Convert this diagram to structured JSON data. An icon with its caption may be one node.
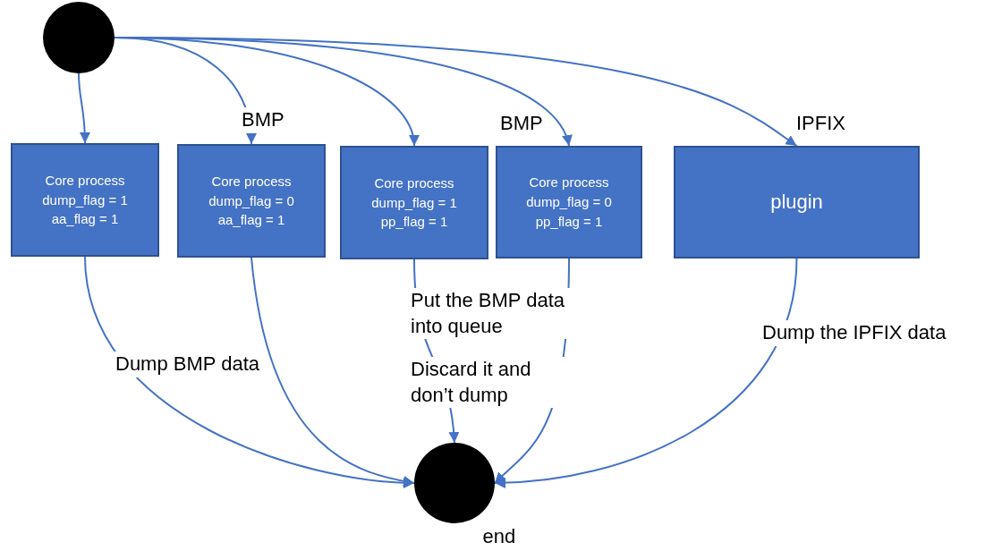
{
  "diagram": {
    "nodes": [
      {
        "text": [],
        "shape": "circle"
      },
      {
        "text": [
          "Core process dump_flag = 1 aa_flag =  1"
        ]
      },
      {
        "text": [
          "Core process dump_flag = 0 aa_flag =  1"
        ]
      },
      {
        "text": [
          "Core process dump_flag = 1 pp_flag =  1"
        ]
      },
      {
        "text": [
          "Core process dump_flag = 0 pp_flag =  1"
        ]
      },
      {
        "text": [
          "plugin"
        ]
      },
      {
        "text": [],
        "shape": "circle",
        "beside": [
          "end"
        ]
      }
    ],
    "edges": [
      {
        "from": 0,
        "to": 1,
        "arrow": "to"
      },
      {
        "from": 0,
        "to": 2,
        "arrow": "to",
        "label": "BMP"
      },
      {
        "from": 0,
        "to": 3,
        "arrow": "to"
      },
      {
        "from": 0,
        "to": 4,
        "arrow": "to",
        "label": "BMP"
      },
      {
        "from": 0,
        "to": 5,
        "arrow": "to",
        "label": "IPFIX"
      },
      {
        "from": 1,
        "to": 6,
        "arrow": "to",
        "label": "Dump BMP data"
      },
      {
        "from": 2,
        "to": 6,
        "arrow": "to"
      },
      {
        "from": 3,
        "to": 6,
        "arrow": "to",
        "label": "Put the BMP data into queue"
      },
      {
        "from": 4,
        "to": 6,
        "arrow": "to",
        "label": "Discard it and don’t dump"
      },
      {
        "from": 5,
        "to": 6,
        "arrow": "to",
        "label": "Dump the IPFIX data"
      }
    ]
  }
}
